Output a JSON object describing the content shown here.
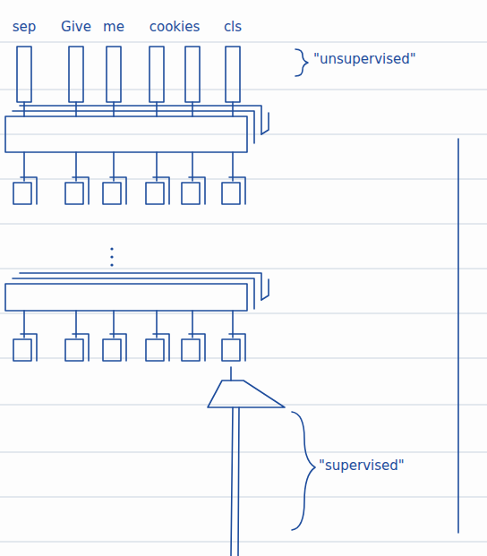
{
  "diagram": {
    "labels": [
      "sep",
      "Give",
      "me",
      "cookies",
      "cls",
      "\"unsupervised\"",
      "\"supervised\""
    ]
  }
}
